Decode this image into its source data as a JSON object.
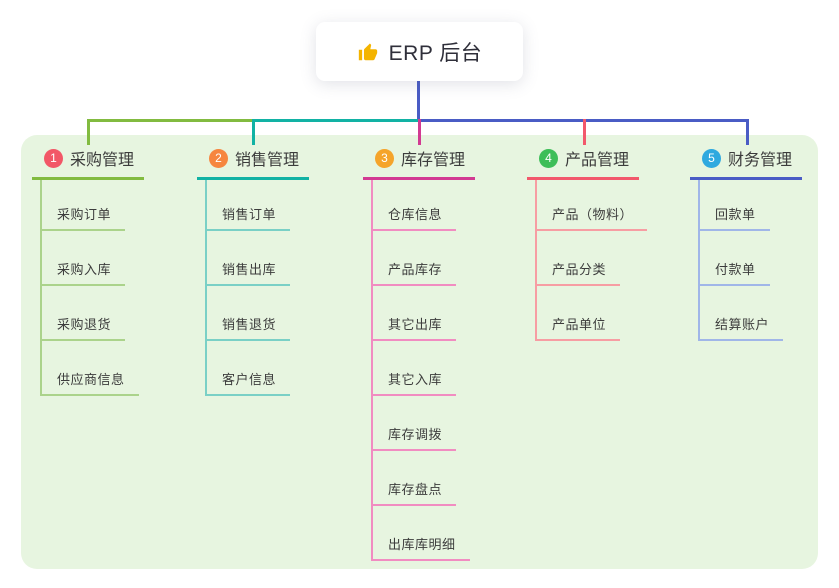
{
  "root": {
    "icon": "thumbs-up-icon",
    "title": "ERP 后台"
  },
  "colors": {
    "canvas_bg": "#ffffff",
    "panel_bg": "#E7F5E0",
    "root_line": "#4A5CC5",
    "title_text": "#2F2F3A",
    "node_text": "#3C3C3C"
  },
  "branches": [
    {
      "badge": "1",
      "badge_color": "#F25767",
      "label": "采购管理",
      "line_color": "#82BB40",
      "child_line_color": "#ABD38B",
      "children": [
        "采购订单",
        "采购入库",
        "采购退货",
        "供应商信息"
      ]
    },
    {
      "badge": "2",
      "badge_color": "#F6863F",
      "label": "销售管理",
      "line_color": "#12B2A4",
      "child_line_color": "#7AD0C6",
      "children": [
        "销售订单",
        "销售出库",
        "销售退货",
        "客户信息"
      ]
    },
    {
      "badge": "3",
      "badge_color": "#F5A42A",
      "label": "库存管理",
      "line_color": "#D23A92",
      "child_line_color": "#F18CC1",
      "children": [
        "仓库信息",
        "产品库存",
        "其它出库",
        "其它入库",
        "库存调拨",
        "库存盘点",
        "出库库明细"
      ]
    },
    {
      "badge": "4",
      "badge_color": "#3DBE58",
      "label": "产品管理",
      "line_color": "#F2586C",
      "child_line_color": "#F79DA3",
      "children": [
        "产品（物料）",
        "产品分类",
        "产品单位"
      ]
    },
    {
      "badge": "5",
      "badge_color": "#2FA9DF",
      "label": "财务管理",
      "line_color": "#4A5CC5",
      "child_line_color": "#A0B6E8",
      "children": [
        "回款单",
        "付款单",
        "结算账户"
      ]
    }
  ]
}
